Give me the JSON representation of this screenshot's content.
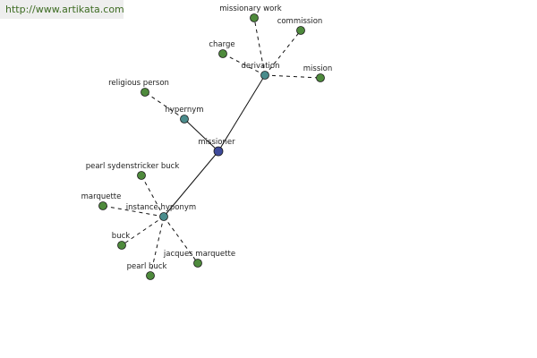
{
  "header": {
    "url": "http://www.artikata.com"
  },
  "graph": {
    "colors": {
      "root": "#3e4a9a",
      "relation": "#4a8c8c",
      "leaf": "#4e8a3c"
    },
    "nodes": [
      {
        "id": "missioner",
        "label": "missioner",
        "kind": "root"
      },
      {
        "id": "derivation",
        "label": "derivation",
        "kind": "relation"
      },
      {
        "id": "hypernym",
        "label": "hypernym",
        "kind": "relation"
      },
      {
        "id": "instance-hyponym",
        "label": "instance hyponym",
        "kind": "relation"
      },
      {
        "id": "missionary-work",
        "label": "missionary work",
        "kind": "leaf"
      },
      {
        "id": "commission",
        "label": "commission",
        "kind": "leaf"
      },
      {
        "id": "charge",
        "label": "charge",
        "kind": "leaf"
      },
      {
        "id": "mission",
        "label": "mission",
        "kind": "leaf"
      },
      {
        "id": "religious-person",
        "label": "religious person",
        "kind": "leaf"
      },
      {
        "id": "pearl-sydenstricker-buck",
        "label": "pearl sydenstricker buck",
        "kind": "leaf"
      },
      {
        "id": "marquette",
        "label": "marquette",
        "kind": "leaf"
      },
      {
        "id": "buck",
        "label": "buck",
        "kind": "leaf"
      },
      {
        "id": "jacques-marquette",
        "label": "jacques marquette",
        "kind": "leaf"
      },
      {
        "id": "pearl-buck",
        "label": "pearl buck",
        "kind": "leaf"
      }
    ],
    "edges": [
      {
        "from": "missioner",
        "to": "derivation",
        "style": "solid"
      },
      {
        "from": "missioner",
        "to": "hypernym",
        "style": "solid"
      },
      {
        "from": "missioner",
        "to": "instance-hyponym",
        "style": "solid"
      },
      {
        "from": "derivation",
        "to": "missionary-work",
        "style": "dashed"
      },
      {
        "from": "derivation",
        "to": "commission",
        "style": "dashed"
      },
      {
        "from": "derivation",
        "to": "charge",
        "style": "dashed"
      },
      {
        "from": "derivation",
        "to": "mission",
        "style": "dashed"
      },
      {
        "from": "hypernym",
        "to": "religious-person",
        "style": "dashed"
      },
      {
        "from": "instance-hyponym",
        "to": "pearl-sydenstricker-buck",
        "style": "dashed"
      },
      {
        "from": "instance-hyponym",
        "to": "marquette",
        "style": "dashed"
      },
      {
        "from": "instance-hyponym",
        "to": "buck",
        "style": "dashed"
      },
      {
        "from": "instance-hyponym",
        "to": "jacques-marquette",
        "style": "dashed"
      },
      {
        "from": "instance-hyponym",
        "to": "pearl-buck",
        "style": "dashed"
      }
    ]
  }
}
